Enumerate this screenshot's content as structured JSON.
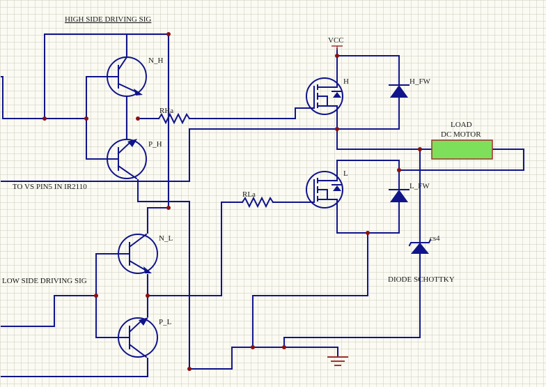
{
  "labels": {
    "high_side_sig": "HIGH SIDE DRIVING SIG",
    "low_side_sig": "LOW SIDE DRIVING SIG",
    "to_vs": "TO VS PIN5 IN IR2110",
    "vcc": "VCC",
    "load_line1": "LOAD",
    "load_line2": "DC MOTOR",
    "diode_schottky": "DIODE SCHOTTKY"
  },
  "components": {
    "q_nh": "N_H",
    "q_ph": "P_H",
    "q_nl": "N_L",
    "q_pl": "P_L",
    "r_high": "RHa",
    "r_low": "RLa",
    "m_high": "H",
    "m_low": "L",
    "d_high": "H_FW",
    "d_low": "L_FW",
    "d_schottky": "cs4"
  },
  "colors": {
    "wire": "#10148a",
    "junction": "#8a1010",
    "grid": "#c9c9be",
    "background": "#fbfbf3",
    "load_fill": "#7ee05a",
    "load_stroke": "#a23030"
  }
}
